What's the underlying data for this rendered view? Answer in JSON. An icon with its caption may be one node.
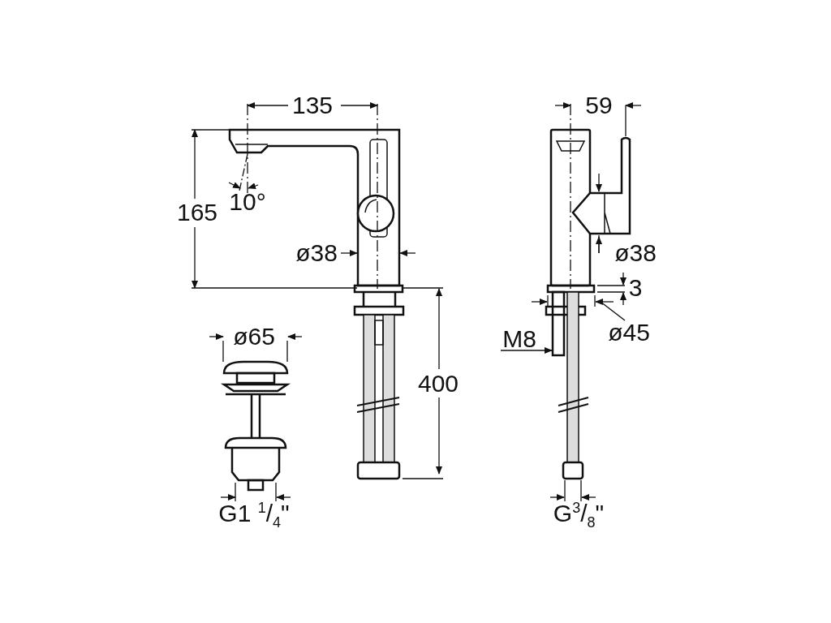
{
  "diagram": {
    "labels": [
      "135",
      "59",
      "10°",
      "165",
      "ø38",
      "ø38",
      "3",
      "ø65",
      "M8",
      "ø45",
      "400",
      "G1 $^{1}$/$_{4}$\"",
      "G$^{3}$/$_{8}$\""
    ]
  }
}
